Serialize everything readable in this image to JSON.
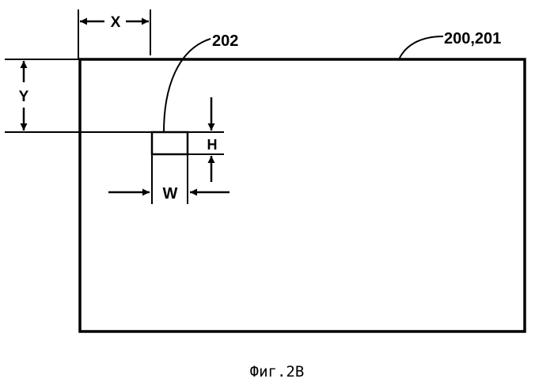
{
  "diagram": {
    "labels": {
      "x": "X",
      "y": "Y",
      "h": "H",
      "w": "W",
      "ref_area": "202",
      "ref_frame": "200,201"
    },
    "caption": "Фиг.2В",
    "colors": {
      "ink": "#000000",
      "background": "#ffffff"
    }
  }
}
